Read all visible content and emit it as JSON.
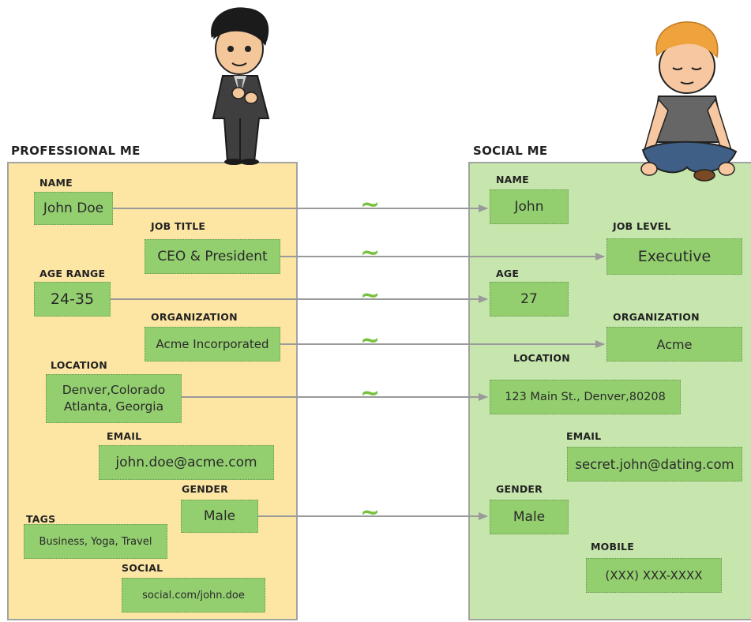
{
  "left": {
    "title": "PROFESSIONAL ME",
    "fields": {
      "name": {
        "label": "NAME",
        "value": "John Doe"
      },
      "job": {
        "label": "JOB TITLE",
        "value": "CEO & President"
      },
      "age": {
        "label": "AGE RANGE",
        "value": "24-35"
      },
      "org": {
        "label": "ORGANIZATION",
        "value": "Acme Incorporated"
      },
      "loc": {
        "label": "LOCATION",
        "value_line1": "Denver,Colorado",
        "value_line2": "Atlanta, Georgia"
      },
      "email": {
        "label": "EMAIL",
        "value": "john.doe@acme.com"
      },
      "gender": {
        "label": "GENDER",
        "value": "Male"
      },
      "tags": {
        "label": "TAGS",
        "value": "Business, Yoga, Travel"
      },
      "social": {
        "label": "SOCIAL",
        "value": "social.com/john.doe"
      }
    }
  },
  "right": {
    "title": "SOCIAL ME",
    "fields": {
      "name": {
        "label": "NAME",
        "value": "John"
      },
      "job": {
        "label": "JOB LEVEL",
        "value": "Executive"
      },
      "age": {
        "label": "AGE",
        "value": "27"
      },
      "org": {
        "label": "ORGANIZATION",
        "value": "Acme"
      },
      "loc": {
        "label": "LOCATION",
        "value": "123 Main St., Denver,80208"
      },
      "email": {
        "label": "EMAIL",
        "value": "secret.john@dating.com"
      },
      "gender": {
        "label": "GENDER",
        "value": "Male"
      },
      "mobile": {
        "label": "MOBILE",
        "value": "(XXX) XXX-XXXX"
      }
    }
  },
  "connector_symbol": "~",
  "colors": {
    "left_panel": "#fde6a4",
    "right_panel": "#c6e6ad",
    "field_box": "#93cf6f",
    "connector": "#9a9a9a",
    "tilde": "#78c13e"
  },
  "icons": [
    "businessman-illustration",
    "meditating-man-illustration"
  ]
}
